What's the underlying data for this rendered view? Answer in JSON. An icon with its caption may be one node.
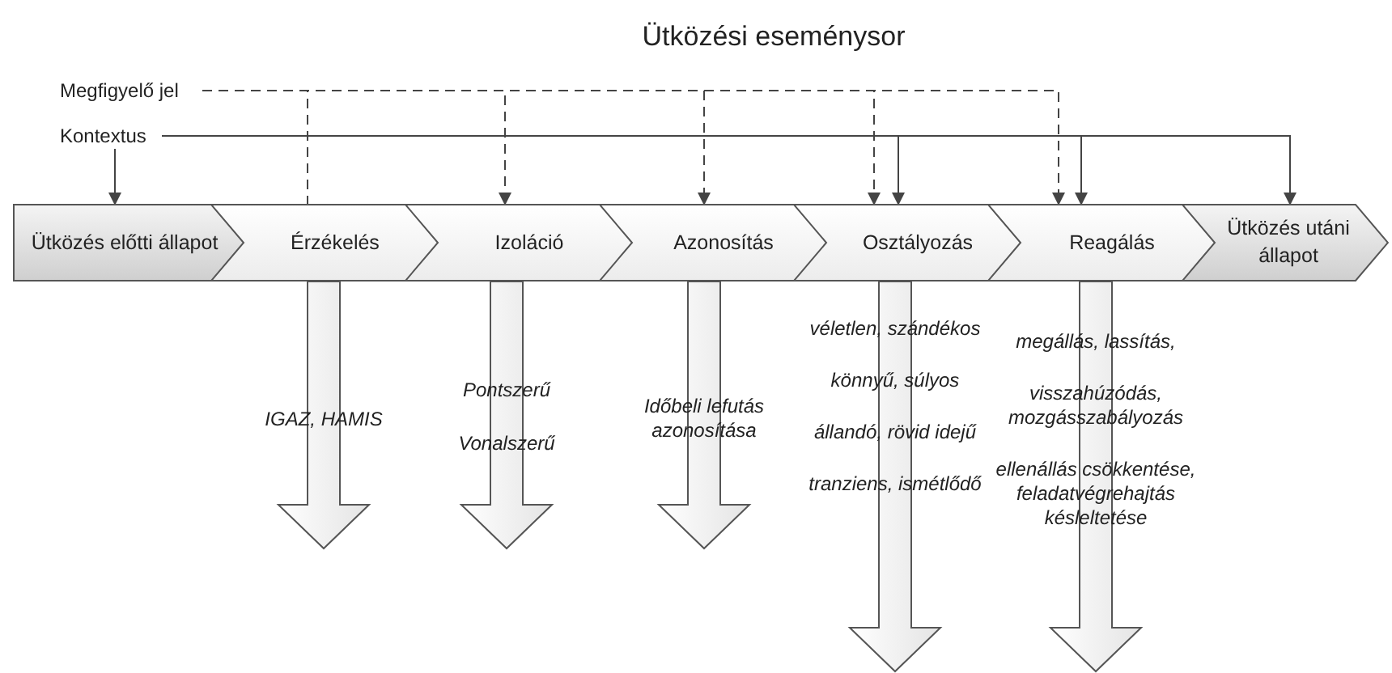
{
  "diagram": {
    "title": "Ütközési eseménysor",
    "nodes": [
      {
        "text": [
          "Megfigyelő jel"
        ]
      },
      {
        "text": [
          "Kontextus"
        ]
      },
      {
        "text": [
          "Ütközés előtti állapot"
        ]
      },
      {
        "text": [
          "Érzékelés"
        ]
      },
      {
        "text": [
          "Izoláció"
        ]
      },
      {
        "text": [
          "Azonosítás"
        ]
      },
      {
        "text": [
          "Osztályozás"
        ]
      },
      {
        "text": [
          "Reagálás"
        ]
      },
      {
        "text": [
          "Ütközés utáni állapot"
        ]
      },
      {
        "text": [
          "IGAZ, HAMIS"
        ]
      },
      {
        "text": [
          "Pontszerű",
          "Vonalszerű"
        ]
      },
      {
        "text": [
          "Időbeli lefutás azonosítása"
        ]
      },
      {
        "text": [
          "véletlen, szándékos",
          "könnyű, súlyos",
          "állandó, rövid idejű",
          "tranziens, ismétlődő"
        ]
      },
      {
        "text": [
          "megállás, lassítás,",
          "visszahúzódás, mozgásszabályozás",
          "ellenállás csökkentése, feladatvégrehajtás késleltetése"
        ]
      }
    ],
    "edges": [
      {
        "from": 1,
        "to": 2,
        "arrow": "to"
      },
      {
        "from": 1,
        "to": 6,
        "arrow": "to"
      },
      {
        "from": 1,
        "to": 7,
        "arrow": "to"
      },
      {
        "from": 1,
        "to": 8,
        "arrow": "to"
      },
      {
        "from": 0,
        "to": 3,
        "arrow": "none",
        "style": "dashed"
      },
      {
        "from": 0,
        "to": 4,
        "arrow": "to",
        "style": "dashed"
      },
      {
        "from": 0,
        "to": 5,
        "arrow": "to",
        "style": "dashed"
      },
      {
        "from": 0,
        "to": 6,
        "arrow": "to",
        "style": "dashed"
      },
      {
        "from": 0,
        "to": 7,
        "arrow": "to",
        "style": "dashed"
      }
    ]
  }
}
